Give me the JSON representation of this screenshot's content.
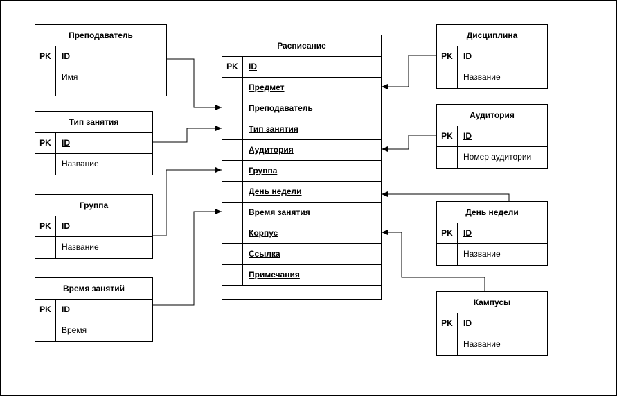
{
  "colors": {
    "line": "#000000",
    "background": "#ffffff"
  },
  "entities": {
    "teacher": {
      "title": "Преподаватель",
      "rows": [
        {
          "key": "PK",
          "name": "ID"
        },
        {
          "key": "",
          "name": "Имя"
        }
      ]
    },
    "lesson_type": {
      "title": "Тип занятия",
      "rows": [
        {
          "key": "PK",
          "name": "ID"
        },
        {
          "key": "",
          "name": "Название"
        }
      ]
    },
    "group": {
      "title": "Группа",
      "rows": [
        {
          "key": "PK",
          "name": "ID"
        },
        {
          "key": "",
          "name": "Название"
        }
      ]
    },
    "lesson_time": {
      "title": "Время занятий",
      "rows": [
        {
          "key": "PK",
          "name": "ID"
        },
        {
          "key": "",
          "name": "Время"
        }
      ]
    },
    "schedule": {
      "title": "Расписание",
      "rows": [
        {
          "key": "PK",
          "name": "ID"
        },
        {
          "key": "",
          "name": "Предмет"
        },
        {
          "key": "",
          "name": "Преподаватель"
        },
        {
          "key": "",
          "name": "Тип занятия"
        },
        {
          "key": "",
          "name": "Аудитория"
        },
        {
          "key": "",
          "name": "Группа"
        },
        {
          "key": "",
          "name": "День недели"
        },
        {
          "key": "",
          "name": "Время занятия"
        },
        {
          "key": "",
          "name": "Корпус"
        },
        {
          "key": "",
          "name": "Ссылка"
        },
        {
          "key": "",
          "name": "Примечания "
        }
      ]
    },
    "discipline": {
      "title": "Дисциплина",
      "rows": [
        {
          "key": "PK",
          "name": "ID"
        },
        {
          "key": "",
          "name": "Название"
        }
      ]
    },
    "classroom": {
      "title": "Аудитория",
      "rows": [
        {
          "key": "PK",
          "name": "ID"
        },
        {
          "key": "",
          "name": "Номер аудитории"
        }
      ]
    },
    "weekday": {
      "title": "День недели",
      "rows": [
        {
          "key": "PK",
          "name": "ID"
        },
        {
          "key": "",
          "name": "Название"
        }
      ]
    },
    "campus": {
      "title": "Кампусы",
      "rows": [
        {
          "key": "PK",
          "name": "ID"
        },
        {
          "key": "",
          "name": "Название"
        }
      ]
    }
  },
  "relationships": [
    {
      "from": "teacher",
      "to": "schedule.Преподаватель"
    },
    {
      "from": "lesson_type",
      "to": "schedule.Тип занятия"
    },
    {
      "from": "group",
      "to": "schedule.Группа"
    },
    {
      "from": "lesson_time",
      "to": "schedule.Время занятия"
    },
    {
      "from": "discipline",
      "to": "schedule.Предмет"
    },
    {
      "from": "classroom",
      "to": "schedule.Аудитория"
    },
    {
      "from": "weekday",
      "to": "schedule.День недели"
    },
    {
      "from": "campus",
      "to": "schedule.Корпус"
    }
  ]
}
